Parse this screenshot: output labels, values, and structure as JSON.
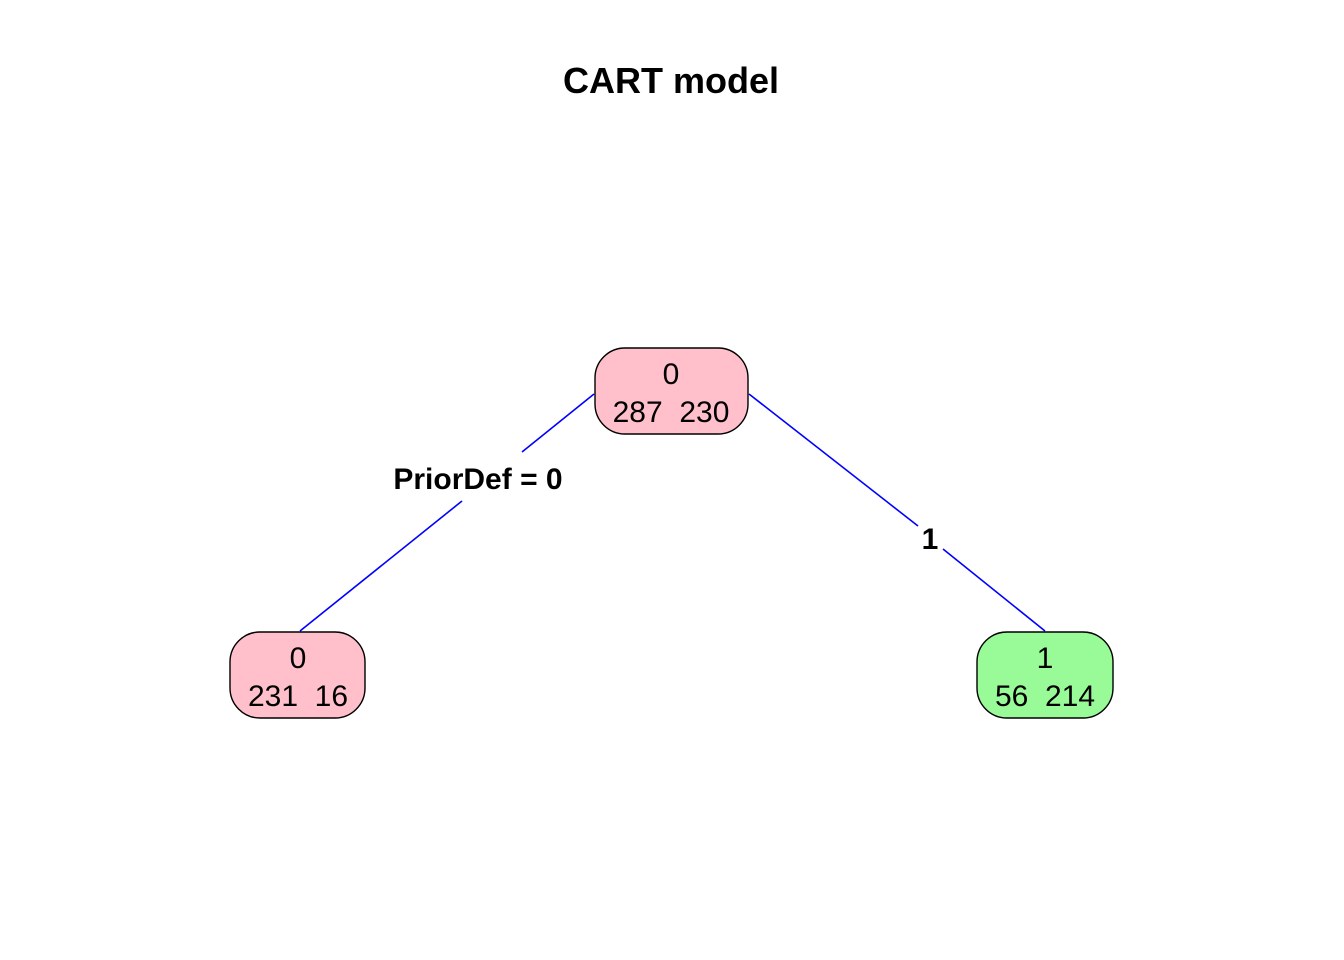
{
  "title": "CART model",
  "colors": {
    "edge": "#0000ff",
    "node_border": "#000000",
    "class_0_fill": "#ffc0cb",
    "class_1_fill": "#98fb98",
    "text": "#000000"
  },
  "tree": {
    "root": {
      "predicted_class": "0",
      "counts": "287  230",
      "fill": "#ffc0cb"
    },
    "left_child": {
      "predicted_class": "0",
      "counts": "231  16",
      "fill": "#ffc0cb"
    },
    "right_child": {
      "predicted_class": "1",
      "counts": "56  214",
      "fill": "#98fb98"
    },
    "split_left_label": "PriorDef = 0",
    "split_right_label": "1"
  }
}
